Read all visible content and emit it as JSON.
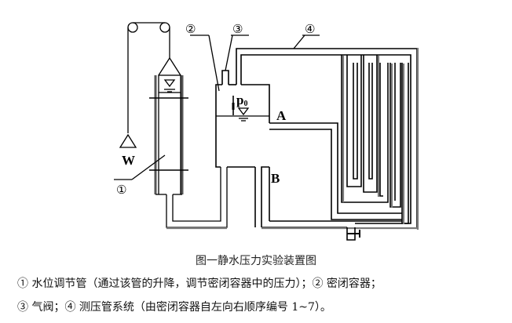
{
  "diagram": {
    "labels": {
      "weight": "W",
      "point_a": "A",
      "point_b": "B",
      "pressure": "p",
      "pressure_sub": "0",
      "callout_1": "①",
      "callout_2": "②",
      "callout_3": "③",
      "callout_4": "④"
    }
  },
  "caption": "图一静水压力实验装置图",
  "legend": {
    "line1": "① 水位调节管（通过该管的升降，调节密闭容器中的压力）；② 密闭容器；",
    "line2": "③ 气阀；④ 测压管系统（由密闭容器自左向右顺序编号 1~7）。"
  }
}
